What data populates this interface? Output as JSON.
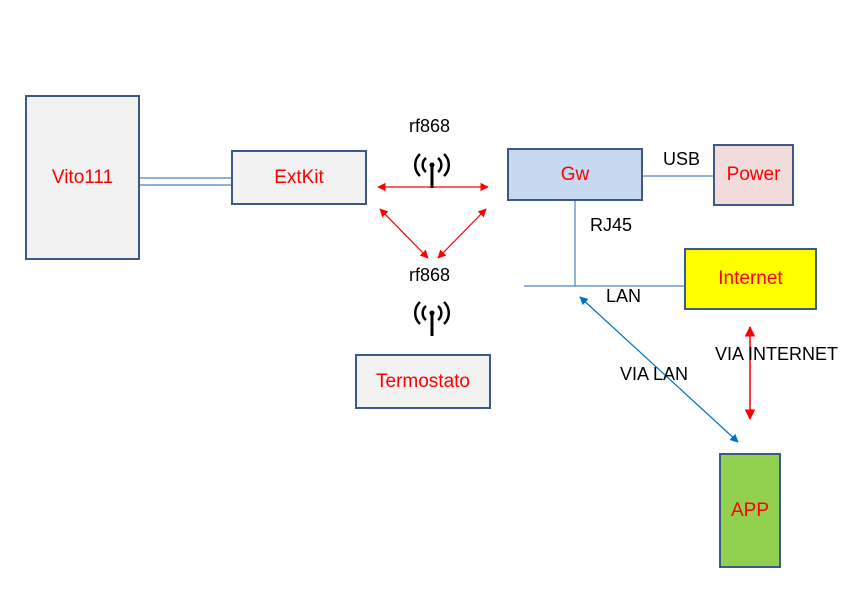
{
  "nodes": {
    "vito": {
      "label": "Vito111",
      "fill": "#f2f2f2"
    },
    "extkit": {
      "label": "ExtKit",
      "fill": "#f2f2f2"
    },
    "gw": {
      "label": "Gw",
      "fill": "#c6d9f1"
    },
    "power": {
      "label": "Power",
      "fill": "#f2dcdb"
    },
    "internet": {
      "label": "Internet",
      "fill": "#ffff00"
    },
    "termostato": {
      "label": "Termostato",
      "fill": "#f2f2f2"
    },
    "app": {
      "label": "APP",
      "fill": "#92d050"
    }
  },
  "labels": {
    "rf_top": "rf868",
    "rf_bottom": "rf868",
    "usb": "USB",
    "rj45": "RJ45",
    "lan": "LAN",
    "via_lan": "VIA LAN",
    "via_internet": "VIA INTERNET"
  },
  "icons": {
    "radio": "radio-signal-icon"
  },
  "colors": {
    "node_text": "#ff0000",
    "node_border": "#3c5a85",
    "rf_arrow": "#ff0000",
    "lan_arrow": "#0070c0",
    "line": "#4f81bd"
  }
}
